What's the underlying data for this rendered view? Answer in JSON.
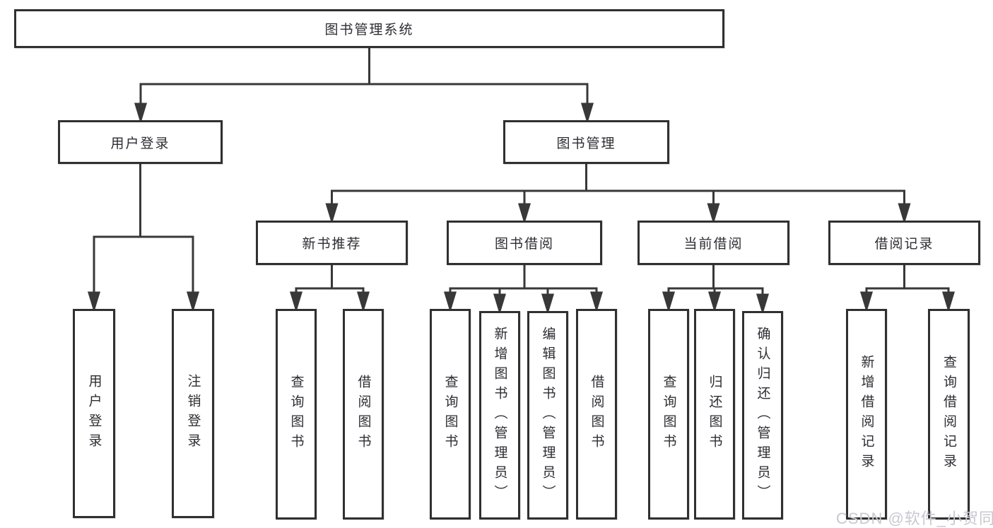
{
  "tree": {
    "label": "图书管理系统",
    "children": [
      {
        "label": "用户登录",
        "children": [
          {
            "label": "用户登录"
          },
          {
            "label": "注销登录"
          }
        ]
      },
      {
        "label": "图书管理",
        "children": [
          {
            "label": "新书推荐",
            "children": [
              {
                "label": "查询图书"
              },
              {
                "label": "借阅图书"
              }
            ]
          },
          {
            "label": "图书借阅",
            "children": [
              {
                "label": "查询图书"
              },
              {
                "label": "新增图书（管理员）"
              },
              {
                "label": "编辑图书（管理员）"
              },
              {
                "label": "借阅图书"
              }
            ]
          },
          {
            "label": "当前借阅",
            "children": [
              {
                "label": "查询图书"
              },
              {
                "label": "归还图书"
              },
              {
                "label": "确认归还（管理员）"
              }
            ]
          },
          {
            "label": "借阅记录",
            "children": [
              {
                "label": "新增借阅记录"
              },
              {
                "label": "查询借阅记录"
              }
            ]
          }
        ]
      }
    ]
  },
  "watermark": {
    "text": "CSDN @软件_小贺同学"
  },
  "colors": {
    "line": "#383838",
    "box_border": "#303030",
    "text": "#2d2d33",
    "watermark": "#c8c8d0",
    "background": "#ffffff"
  }
}
